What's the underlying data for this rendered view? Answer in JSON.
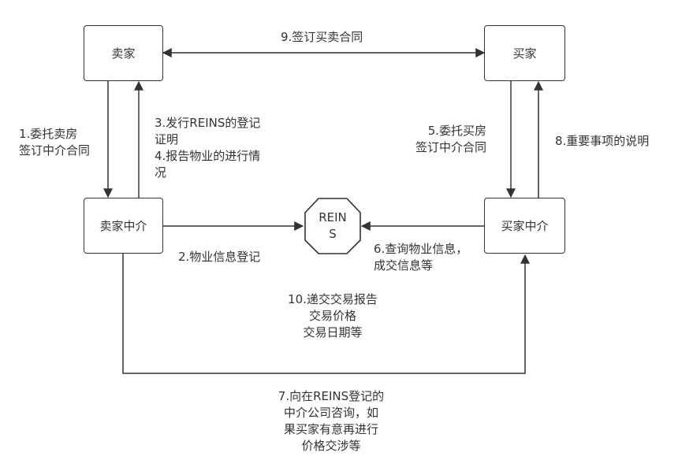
{
  "nodes": {
    "seller": "卖家",
    "buyer": "买家",
    "seller_agent": "卖家中介",
    "buyer_agent": "买家中介",
    "reins_line1": "REIN",
    "reins_line2": "S"
  },
  "edges": {
    "step9": "9.签订买卖合同",
    "step1": [
      "1.委托卖房",
      "签订中介合同"
    ],
    "step3_4": [
      "3.发行REINS的登记",
      "证明",
      "4.报告物业的进行情",
      "况"
    ],
    "step5": [
      "5.委托买房",
      "签订中介合同"
    ],
    "step8": "8.重要事项的说明",
    "step2": "2.物业信息登记",
    "step6": [
      "6.查询物业信息，",
      "成交信息等"
    ],
    "step10": [
      "10.递交交易报告",
      "交易价格",
      "交易日期等"
    ],
    "step7": [
      "7.向在REINS登记的",
      "中介公司咨询，如",
      "果买家有意再进行",
      "价格交涉等"
    ]
  }
}
